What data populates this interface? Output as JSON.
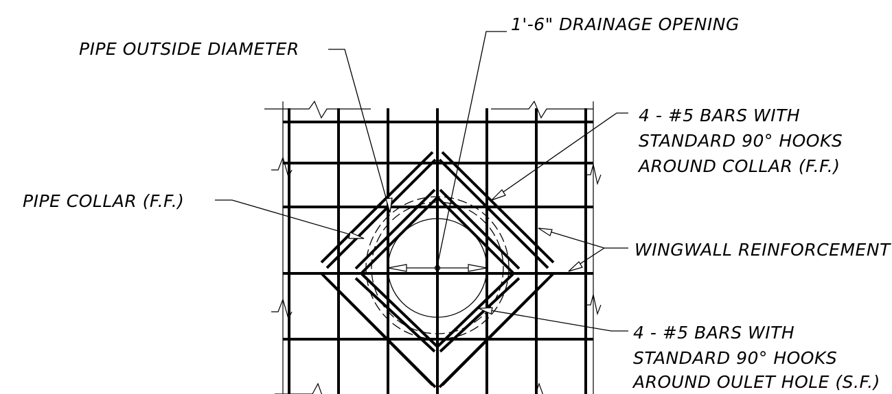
{
  "labels": {
    "drainage_opening": "1'-6\" DRAINAGE OPENING",
    "pipe_outside_diameter": "PIPE OUTSIDE DIAMETER",
    "hooks_collar_line1": "4 - #5 BARS WITH",
    "hooks_collar_line2": "STANDARD 90° HOOKS",
    "hooks_collar_line3": "AROUND COLLAR (F.F.)",
    "pipe_collar": "PIPE COLLAR (F.F.)",
    "wingwall_reinforcement": "WINGWALL REINFORCEMENT",
    "hooks_outlet_line1": "4 - #5 BARS WITH",
    "hooks_outlet_line2": "STANDARD 90° HOOKS",
    "hooks_outlet_line3": "AROUND OULET HOLE (S.F.)"
  }
}
